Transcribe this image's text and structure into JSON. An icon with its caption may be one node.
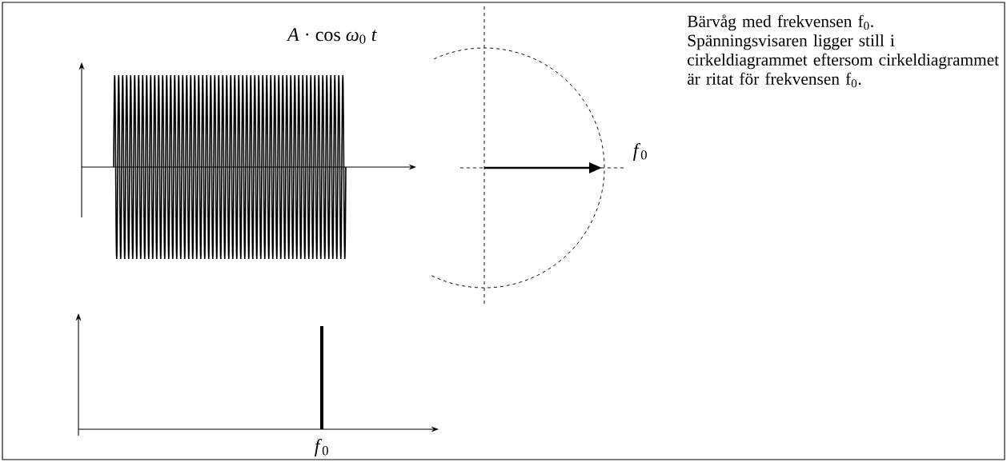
{
  "diagram": {
    "labels": [
      "*A* · cos *ω*$_{0}$ *t*",
      "*f*$_{0}$",
      "Bärvåg med frekvensen f$_{0}$. Spänningsvisaren ligger still i cirkeldiagrammet eftersom cirkeldiagrammet är ritat för frekvensen f$_{0}$.",
      "*f*$_{0}$"
    ]
  }
}
